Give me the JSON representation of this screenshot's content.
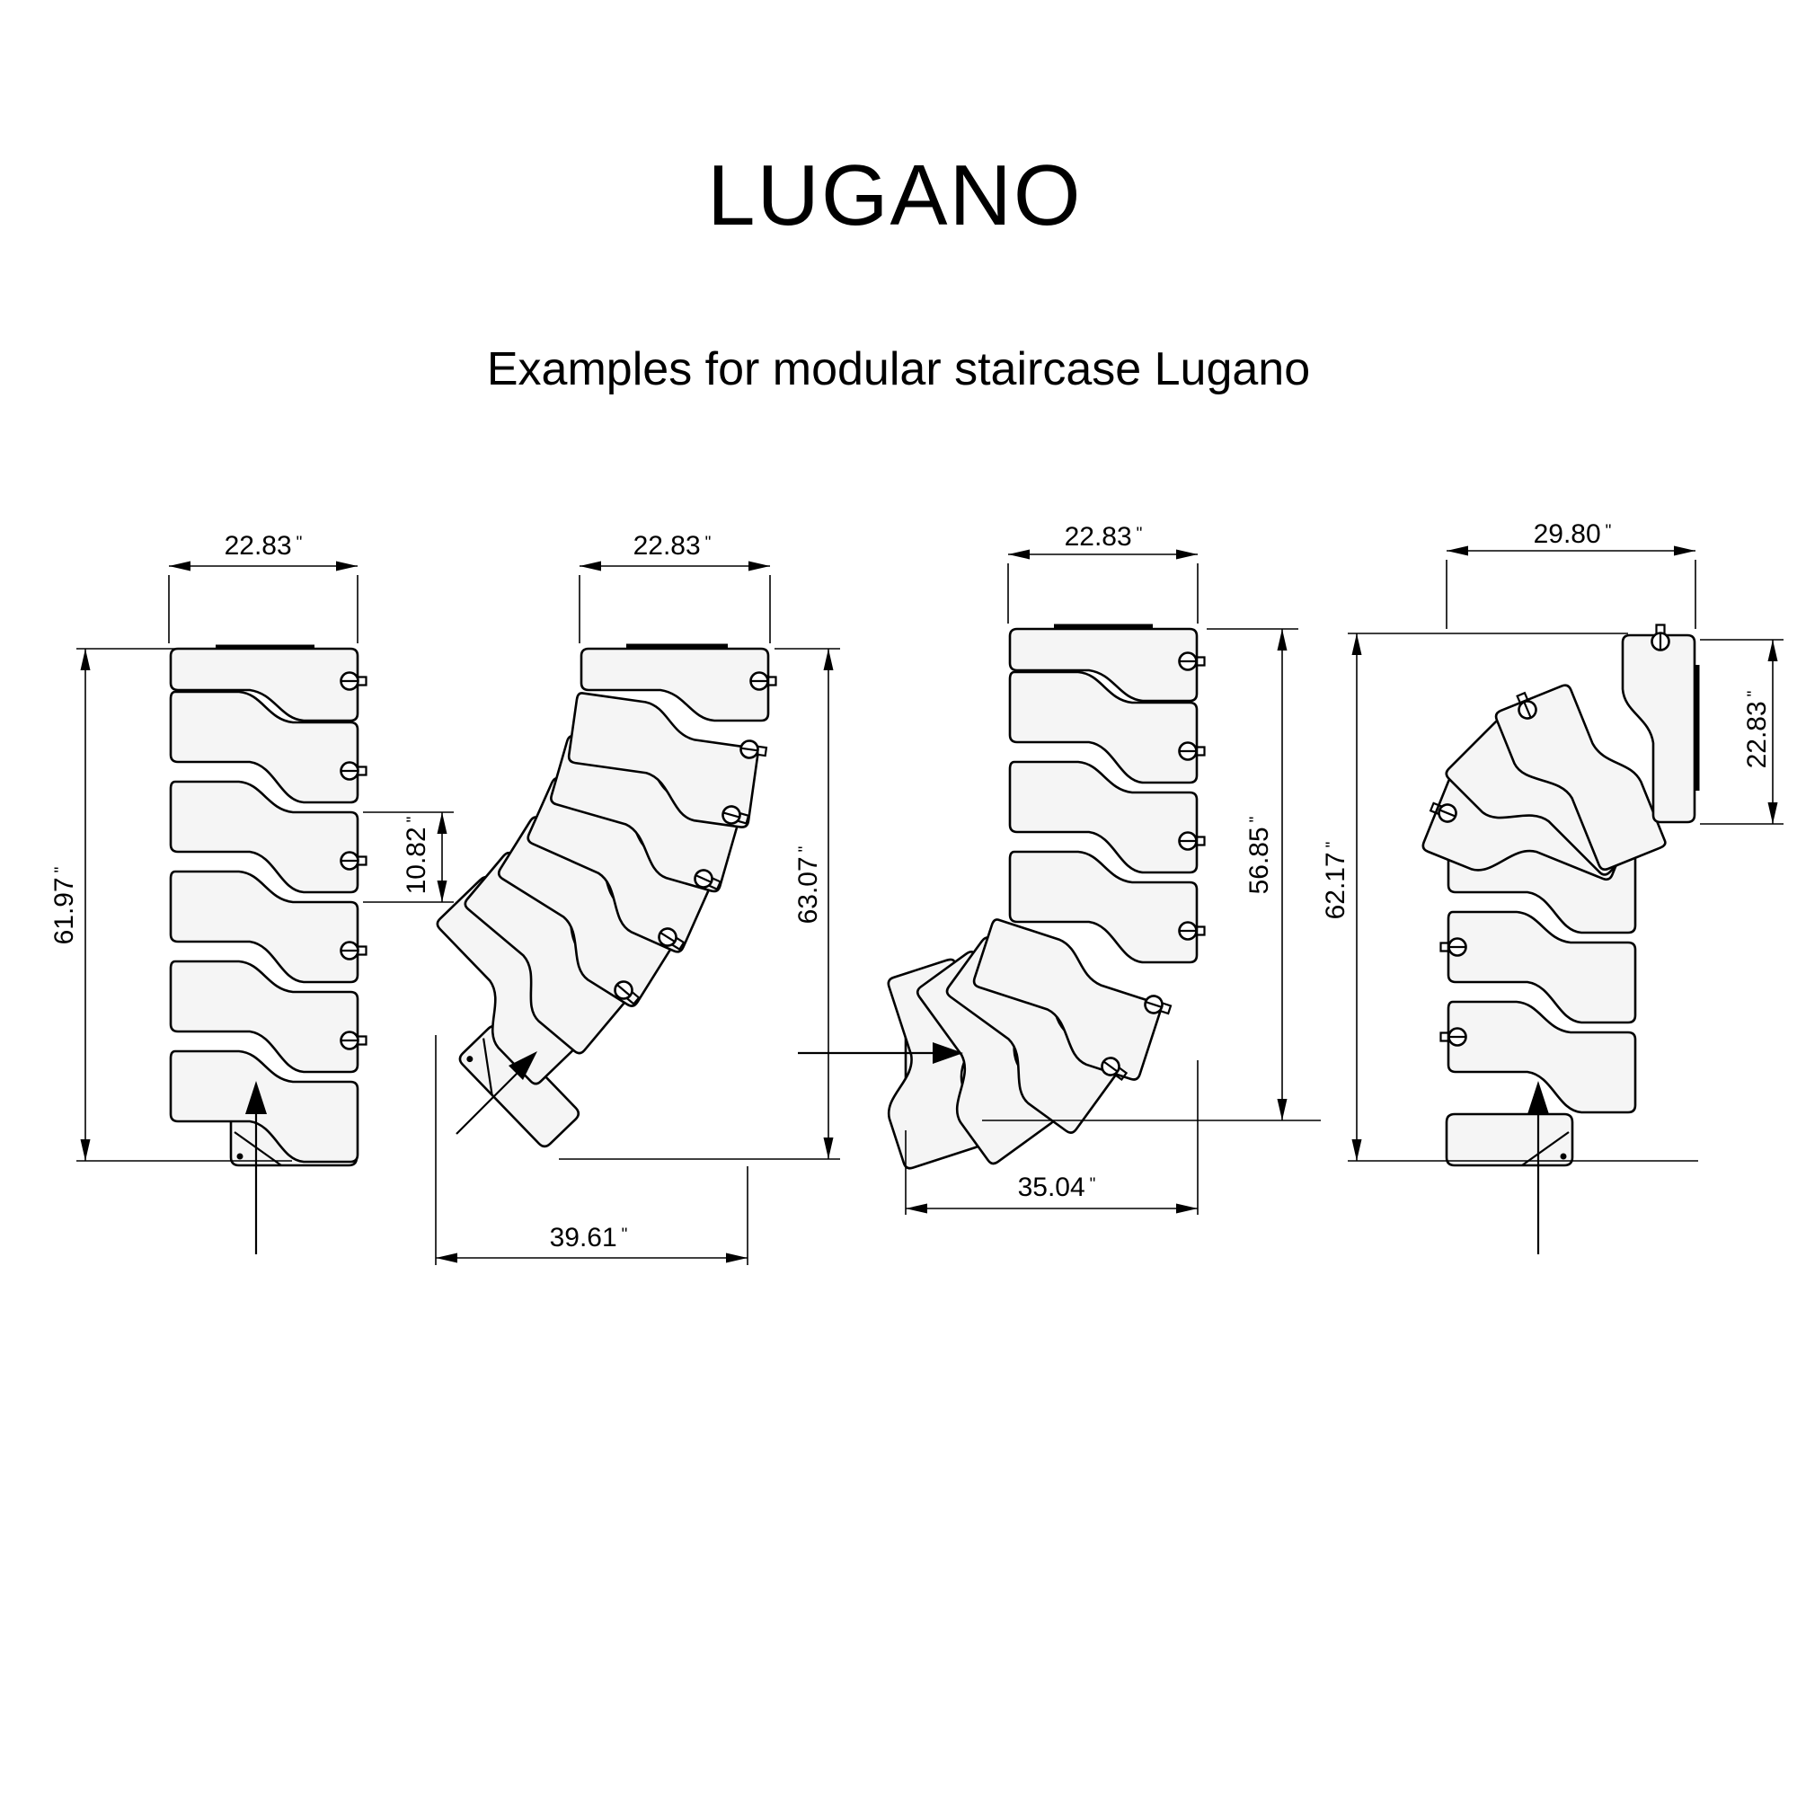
{
  "title": "LUGANO",
  "subtitle": "Examples for modular staircase Lugano",
  "unit_mark": "\"",
  "diagrams": {
    "straight": {
      "width": "22.83",
      "height": "61.97",
      "step_depth": "10.82"
    },
    "curved": {
      "width": "22.83",
      "height": "63.07",
      "bottom_width": "39.61"
    },
    "turn_left": {
      "width": "22.83",
      "height": "56.85",
      "bottom_width": "35.04"
    },
    "turn_right": {
      "width": "29.80",
      "height": "62.17",
      "exit_width": "22.83"
    }
  }
}
